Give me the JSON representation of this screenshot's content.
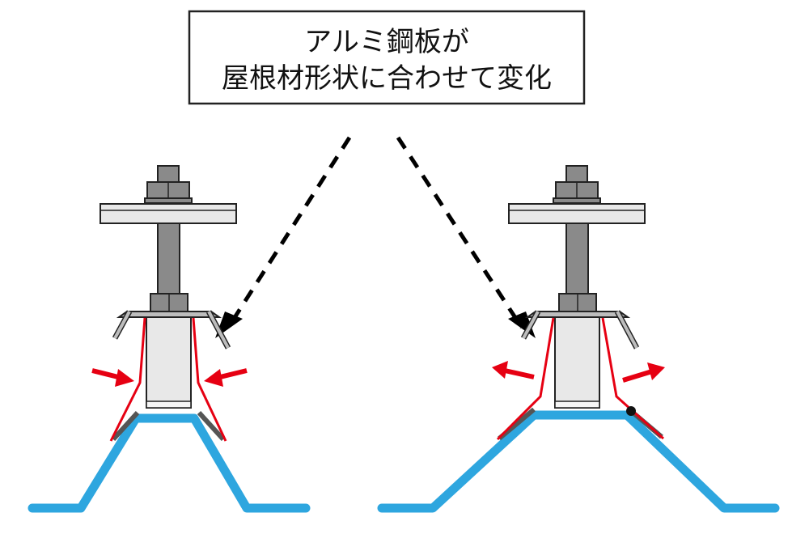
{
  "caption": {
    "line1": "アルミ鋼板が",
    "line2": "屋根材形状に合わせて変化"
  },
  "colors": {
    "roof": "#2ea6df",
    "plate_outline": "#e60012",
    "force_arrow": "#e60012",
    "metal_dark": "#8a8a8a",
    "metal_light": "#e8e8e8"
  },
  "panels": [
    {
      "name": "narrow-roof",
      "arrow_direction": "inward"
    },
    {
      "name": "wide-roof",
      "arrow_direction": "outward"
    }
  ]
}
